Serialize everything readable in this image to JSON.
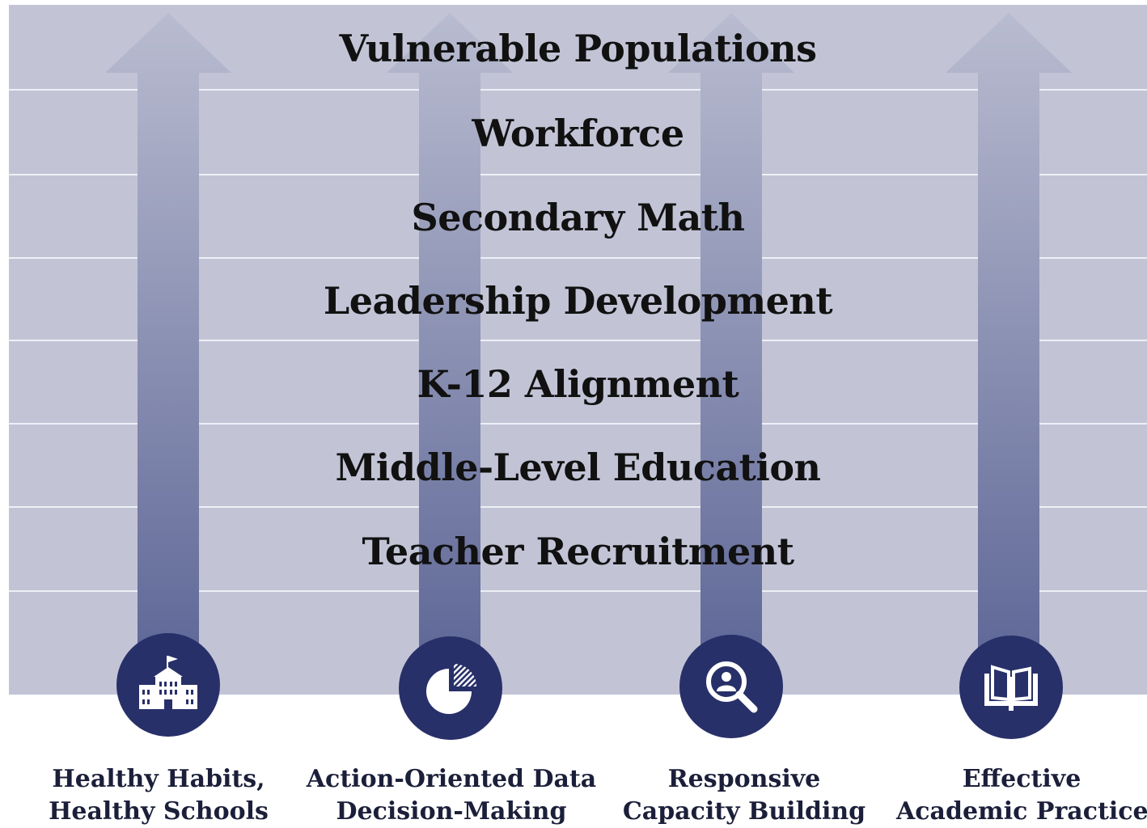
{
  "bands": [
    {
      "label": "Vulnerable Populations"
    },
    {
      "label": "Workforce"
    },
    {
      "label": "Secondary Math"
    },
    {
      "label": "Leadership Development"
    },
    {
      "label": "K-12 Alignment"
    },
    {
      "label": "Middle-Level Education"
    },
    {
      "label": "Teacher Recruitment"
    }
  ],
  "pillars": [
    {
      "icon": "school-building-icon",
      "line1": "Healthy Habits,",
      "line2": "Healthy Schools"
    },
    {
      "icon": "pie-chart-icon",
      "line1": "Action-Oriented Data",
      "line2": "Decision-Making"
    },
    {
      "icon": "magnifier-person-icon",
      "line1": "Responsive",
      "line2": "Capacity Building"
    },
    {
      "icon": "open-book-icon",
      "line1": "Effective",
      "line2": "Academic Practices"
    }
  ],
  "colors": {
    "background_panel": "#c2c4d6",
    "arrow_top": "#b4b7cc",
    "arrow_bottom": "#5d6596",
    "icon_circle": "#283069",
    "label_text": "#111111"
  }
}
